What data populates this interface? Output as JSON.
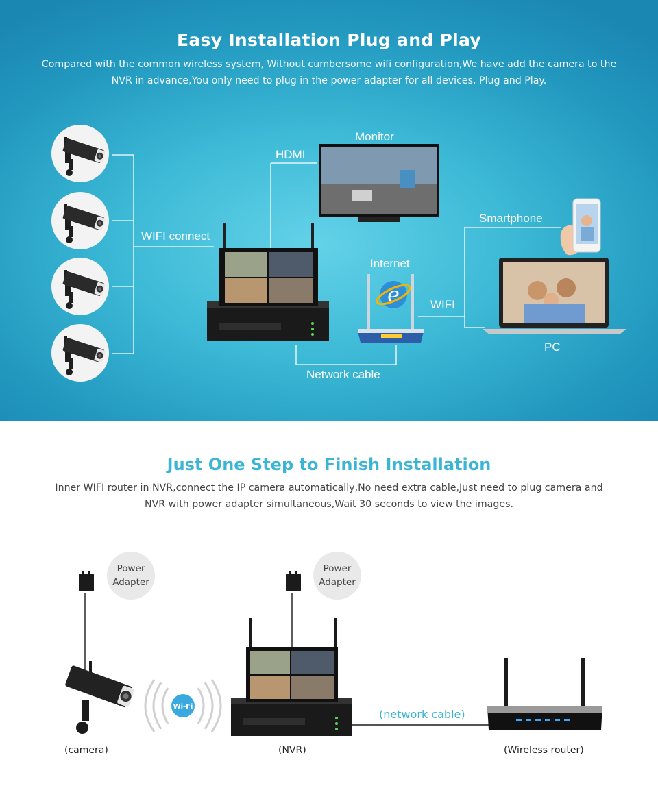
{
  "top": {
    "title": "Easy Installation Plug and Play",
    "description": "Compared with the common wireless system, Without cumbersome wifi configuration,We have add the camera to the NVR in advance,You only need to plug in the power adapter for all devices, Plug and Play.",
    "labels": {
      "wifi_connect": "WIFI connect",
      "hdmi": "HDMI",
      "monitor": "Monitor",
      "internet": "Internet",
      "wifi": "WIFI",
      "smartphone": "Smartphone",
      "pc": "PC",
      "network_cable": "Network cable"
    }
  },
  "bottom": {
    "title": "Just One Step to Finish Installation",
    "description": "Inner WIFI router in NVR,connect the IP camera automatically,No need extra cable,Just need to plug camera and NVR with power adapter simultaneous,Wait 30 seconds to view the images.",
    "power_adapter_line1": "Power",
    "power_adapter_line2": "Adapter",
    "wifi_badge": "Wi-Fi",
    "network_cable": "(network cable)",
    "camera_caption": "(camera)",
    "nvr_caption": "(NVR)",
    "router_caption": "(Wireless router)"
  },
  "colors": {
    "top_background": "#3cb9d6",
    "accent": "#3bb5d4",
    "line": "#ffffff"
  }
}
